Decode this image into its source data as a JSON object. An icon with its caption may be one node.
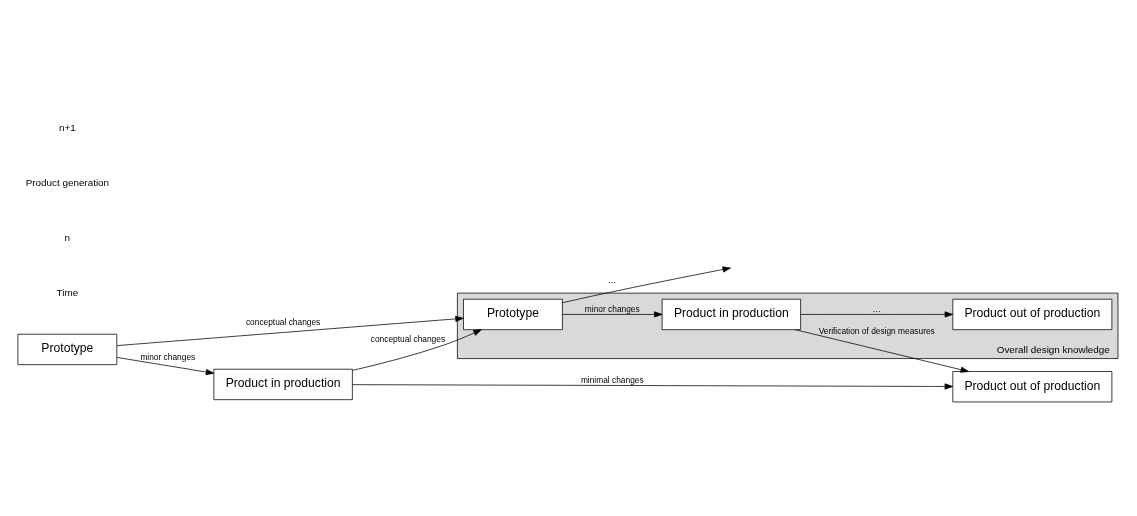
{
  "diagram": {
    "nodes": [
      {
        "text": [
          "Prototype"
        ]
      },
      {
        "text": [
          "Product in production"
        ]
      },
      {
        "text": [
          "Product out of production"
        ]
      },
      {
        "text": [
          "Overall design knowledge"
        ]
      },
      {
        "text": [
          "Prototype"
        ],
        "in": 3
      },
      {
        "text": [
          "Product in production"
        ],
        "in": 3
      },
      {
        "text": [
          "Product out of production"
        ],
        "in": 3
      }
    ],
    "edges": [
      {
        "from": 0,
        "to": 1,
        "arrow": "to",
        "label": "minor changes"
      },
      {
        "from": 1,
        "to": 2,
        "arrow": "to",
        "label": "minimal changes"
      },
      {
        "from": 0,
        "to": 4,
        "arrow": "to",
        "label": "conceptual changes"
      },
      {
        "from": 1,
        "to": 4,
        "arrow": "to",
        "label": "conceptual changes"
      },
      {
        "from": 5,
        "to": 2,
        "arrow": "to",
        "label": "Verification of design measures"
      },
      {
        "from": 4,
        "to": 5,
        "arrow": "to",
        "label": "minor changes"
      },
      {
        "from": 5,
        "to": 6,
        "arrow": "to",
        "label": "…"
      },
      {
        "from": 4,
        "to": null,
        "arrow": "to",
        "label": "…"
      }
    ],
    "labels": [
      "Time",
      "n",
      "Product generation",
      "n+1"
    ]
  }
}
